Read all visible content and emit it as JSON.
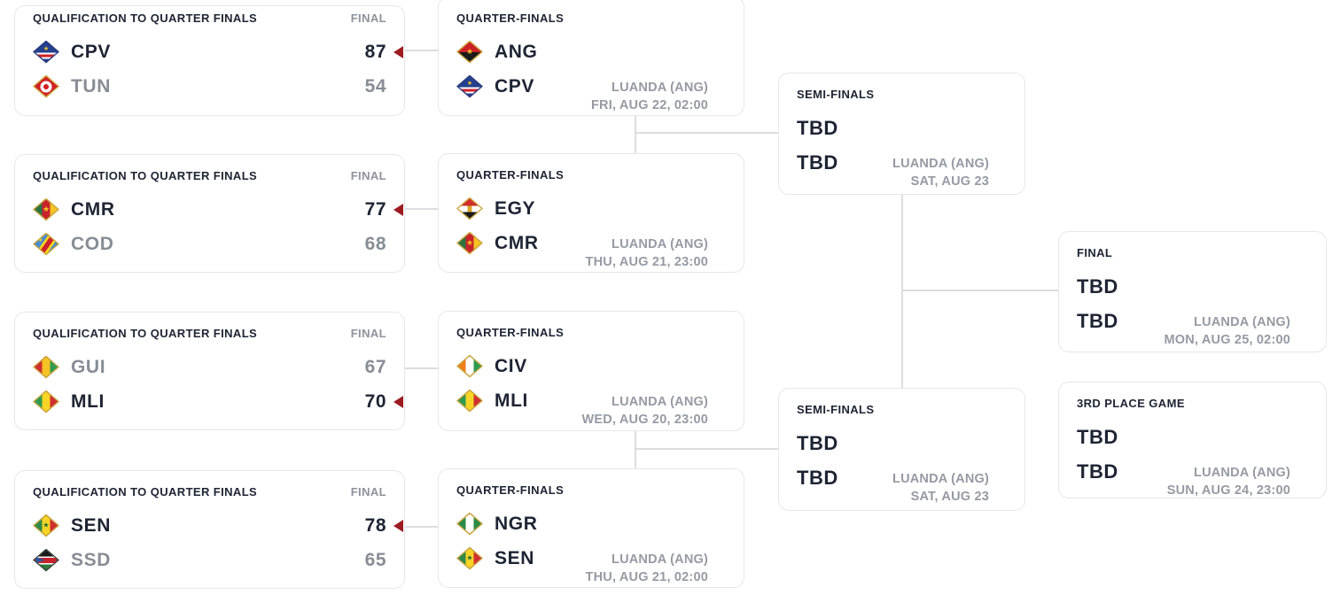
{
  "qualification": [
    {
      "title": "QUALIFICATION TO QUARTER FINALS",
      "status": "FINAL",
      "teams": [
        {
          "code": "CPV",
          "flag": "cape-verde",
          "score": "87",
          "winner": true
        },
        {
          "code": "TUN",
          "flag": "tunisia",
          "score": "54",
          "winner": false
        }
      ]
    },
    {
      "title": "QUALIFICATION TO QUARTER FINALS",
      "status": "FINAL",
      "teams": [
        {
          "code": "CMR",
          "flag": "cameroon",
          "score": "77",
          "winner": true
        },
        {
          "code": "COD",
          "flag": "dr-congo",
          "score": "68",
          "winner": false
        }
      ]
    },
    {
      "title": "QUALIFICATION TO QUARTER FINALS",
      "status": "FINAL",
      "teams": [
        {
          "code": "GUI",
          "flag": "guinea",
          "score": "67",
          "winner": false
        },
        {
          "code": "MLI",
          "flag": "mali",
          "score": "70",
          "winner": true
        }
      ]
    },
    {
      "title": "QUALIFICATION TO QUARTER FINALS",
      "status": "FINAL",
      "teams": [
        {
          "code": "SEN",
          "flag": "senegal",
          "score": "78",
          "winner": true
        },
        {
          "code": "SSD",
          "flag": "south-sudan",
          "score": "65",
          "winner": false
        }
      ]
    }
  ],
  "quarterfinals": [
    {
      "title": "QUARTER-FINALS",
      "venue": "LUANDA (ANG)",
      "datetime": "FRI, AUG 22, 02:00",
      "teams": [
        {
          "code": "ANG",
          "flag": "angola"
        },
        {
          "code": "CPV",
          "flag": "cape-verde"
        }
      ]
    },
    {
      "title": "QUARTER-FINALS",
      "venue": "LUANDA (ANG)",
      "datetime": "THU, AUG 21, 23:00",
      "teams": [
        {
          "code": "EGY",
          "flag": "egypt"
        },
        {
          "code": "CMR",
          "flag": "cameroon"
        }
      ]
    },
    {
      "title": "QUARTER-FINALS",
      "venue": "LUANDA (ANG)",
      "datetime": "WED, AUG 20, 23:00",
      "teams": [
        {
          "code": "CIV",
          "flag": "ivory-coast"
        },
        {
          "code": "MLI",
          "flag": "mali"
        }
      ]
    },
    {
      "title": "QUARTER-FINALS",
      "venue": "LUANDA (ANG)",
      "datetime": "THU, AUG 21, 02:00",
      "teams": [
        {
          "code": "NGR",
          "flag": "nigeria"
        },
        {
          "code": "SEN",
          "flag": "senegal"
        }
      ]
    }
  ],
  "semifinals": [
    {
      "title": "SEMI-FINALS",
      "venue": "LUANDA (ANG)",
      "datetime": "SAT, AUG 23",
      "teams": [
        {
          "code": "TBD"
        },
        {
          "code": "TBD"
        }
      ]
    },
    {
      "title": "SEMI-FINALS",
      "venue": "LUANDA (ANG)",
      "datetime": "SAT, AUG 23",
      "teams": [
        {
          "code": "TBD"
        },
        {
          "code": "TBD"
        }
      ]
    }
  ],
  "final": {
    "title": "FINAL",
    "venue": "LUANDA (ANG)",
    "datetime": "MON, AUG 25, 02:00",
    "teams": [
      {
        "code": "TBD"
      },
      {
        "code": "TBD"
      }
    ]
  },
  "third": {
    "title": "3RD PLACE GAME",
    "venue": "LUANDA (ANG)",
    "datetime": "SUN, AUG 24, 23:00",
    "teams": [
      {
        "code": "TBD"
      },
      {
        "code": "TBD"
      }
    ]
  },
  "colors": {
    "winner_arrow": "#9c1b21",
    "connector": "#dcdde0",
    "text_dark": "#1d2433",
    "text_gray": "#8d929b"
  }
}
